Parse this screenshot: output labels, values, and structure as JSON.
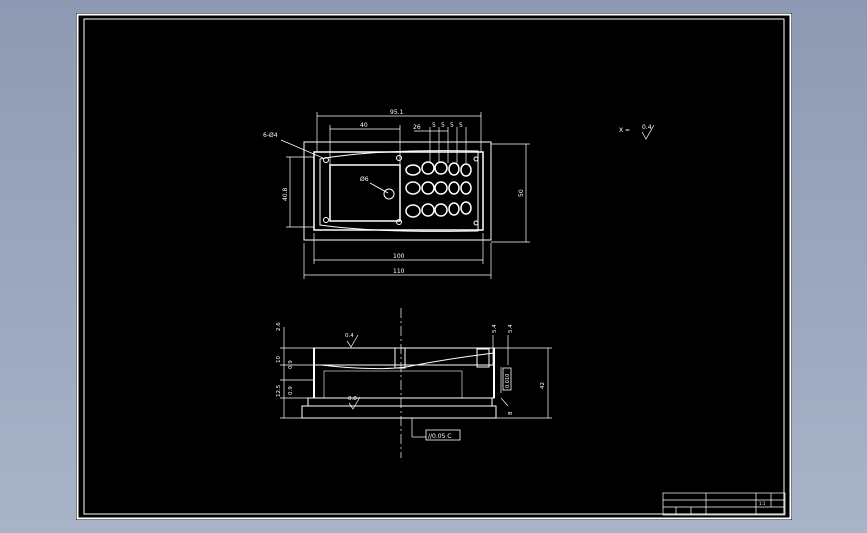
{
  "top_view": {
    "dim_overall_top": "95.1",
    "dim_40": "40",
    "dim_26": "26",
    "dim_5a": "5",
    "dim_5b": "5",
    "dim_5c": "5",
    "dim_5d": "5",
    "hole_callout": "6-Ø4",
    "center_hole": "Ø6",
    "dim_height_left": "40.8",
    "dim_height_right": "50",
    "dim_100": "100",
    "dim_110": "110"
  },
  "surface_note": {
    "prefix": "X =",
    "value": "0.4"
  },
  "section_view": {
    "dim_26": "2.6",
    "dim_10": "10",
    "dim_125": "12.5",
    "dim_09": "0.9",
    "dim_54a": "5.4",
    "dim_54b": "5.4",
    "dim_42": "42",
    "dim_8": "8",
    "roughness_top": "0.4",
    "roughness_bottom": "0.8",
    "flatness": "0.010",
    "parallelism": "//0.05 C"
  },
  "title_block": {
    "row1_a": "",
    "row1_b": "",
    "material": "",
    "scale": "1:1",
    "drawing_no": ""
  }
}
